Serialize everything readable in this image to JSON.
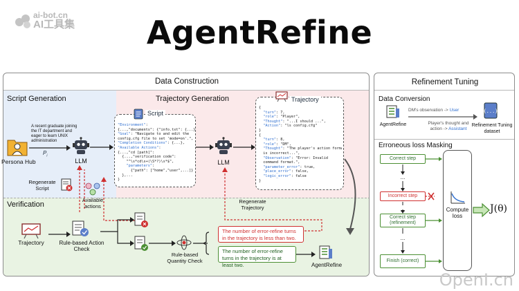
{
  "title": "AgentRefine",
  "watermarks": {
    "top_left_small": "ai-bot.cn",
    "top_left_cn": "AI工具集",
    "bottom_right": "OpenI.cn"
  },
  "data_construction": {
    "header": "Data Construction",
    "script_generation": "Script Generation",
    "trajectory_generation": "Trajectory Generation",
    "persona_text": "A recent graduate joining the IT department and eager to learn UNIX administration",
    "persona_hub": "Persona Hub",
    "p_label": "P",
    "p_sub": "i",
    "llm": "LLM",
    "script_title": "Script",
    "script_lines": [
      "\"Environment\":",
      "{...,\"documents\": {\"info.txt\": {...},...},",
      "\"Goal\": \"Navigate to and edit the",
      "config.cfg file to set 'mode=on'.\",",
      "\"Completion Conditions\": {...},",
      "\"Available Actions\":",
      "{...,\"cd [path]\":",
      "  {...,\"verification code\":",
      "    \"^\\s*cd\\s+(\\S*?)\\s*$\",",
      "    \"parameters\":",
      "      {\"path\": [\"home\",\"user\",...]}",
      "  },...",
      "}"
    ],
    "trajectory_title": "Trajectory",
    "traj_lines": [
      "{",
      "  \"turn\": 7,",
      "  \"role\": \"Player\",",
      "  \"Thought\": \"...I should ...\",",
      "  \"Action\": \"ls config.cfg\"",
      "}",
      "{",
      "  \"turn\": 8,",
      "  \"role\": \"DM\",",
      "  \"Thought\": \"The player's action format",
      "  is incorrect...\",",
      "  \"Observation\": \"Error: Invalid",
      "  command format.\",",
      "  \"parameter_error\": true,",
      "  \"place_error\": false,",
      "  \"logic_error\": false",
      "}"
    ],
    "regenerate_script": "Regenerate Script",
    "available_actions": "Available actions",
    "regenerate_trajectory": "Regenerate Trajectory"
  },
  "verification": {
    "header": "Verification",
    "trajectory": "Trajectory",
    "rule_check": "Rule-based Action Check",
    "quantity_check": "Rule-based Quantity Check",
    "less_msg": "The number of error-refine turns in the trajectory is less than two.",
    "least_msg": "The number of error-refine turns in the trajectory is at least two.",
    "agentrefine": "AgentRefine"
  },
  "refinement_tuning": {
    "header": "Refinement Tuning",
    "data_conversion": "Data Conversion",
    "agentrefine": "AgentRefine",
    "conv_top_prefix": "DM's observation -> ",
    "conv_top_role": "User",
    "conv_bottom_1": "Player's thought and",
    "conv_bottom_prefix": "action -> ",
    "conv_bottom_role": "Assistant",
    "dataset": "Refinement Tuning dataset",
    "erroneous_loss_masking": "Erroneous loss Masking",
    "steps": [
      "Correct step",
      "...",
      "Incorrect step",
      "...",
      "Correct step (refinement)",
      "...",
      "Finish (correct)"
    ],
    "compute_loss": "Compute loss",
    "j_theta": "J(θ)"
  },
  "colors": {
    "blue_band": "#e6eef9",
    "pink_band": "#fbe9ea",
    "green_band": "#e9f3e3",
    "error_red": "#cf2f2f",
    "correct_green": "#4b8f33",
    "role_blue": "#2f6fd0"
  }
}
